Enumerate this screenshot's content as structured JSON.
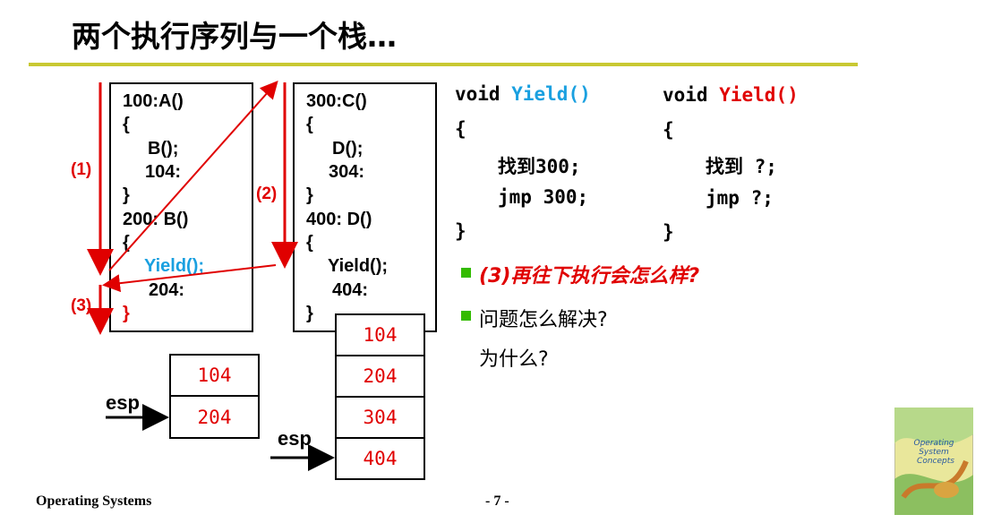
{
  "title": "两个执行序列与一个栈…",
  "footer": {
    "left": "Operating Systems",
    "page": "- 7 -"
  },
  "steps": {
    "s1": "(1)",
    "s2": "(2)",
    "s3": "(3)"
  },
  "box1": {
    "lines": [
      "100:A()",
      "{",
      "B();",
      "104:",
      "}",
      "200: B()",
      "{",
      "Yield();",
      "204:",
      "}"
    ]
  },
  "box2": {
    "lines": [
      "300:C()",
      "{",
      "D();",
      "304:",
      "}",
      "400: D()",
      "{",
      "Yield();",
      "404:",
      "}"
    ]
  },
  "stack1": {
    "cells": [
      "104",
      "204"
    ],
    "esp": "esp"
  },
  "stack2": {
    "cells": [
      "104",
      "204",
      "304",
      "404"
    ],
    "esp": "esp"
  },
  "code_left": {
    "keyword": "void",
    "func": "Yield()",
    "open": "{",
    "line1": "找到300;",
    "line2": "jmp 300;",
    "close": "}"
  },
  "code_right": {
    "keyword": "void",
    "func": "Yield()",
    "open": "{",
    "line1": "找到 ?;",
    "line2": "jmp ?;",
    "close": "}"
  },
  "bullets": {
    "b1": "(3)再往下执行会怎么样?",
    "b2": "问题怎么解决?",
    "b2_cont": "为什么?"
  },
  "cover_text": {
    "l1": "Operating",
    "l2": "System",
    "l3": "Concepts"
  },
  "colors": {
    "accent_red": "#e00000",
    "accent_blue": "#1aa0e0",
    "rule": "#c8c832",
    "bullet": "#33bb00"
  }
}
